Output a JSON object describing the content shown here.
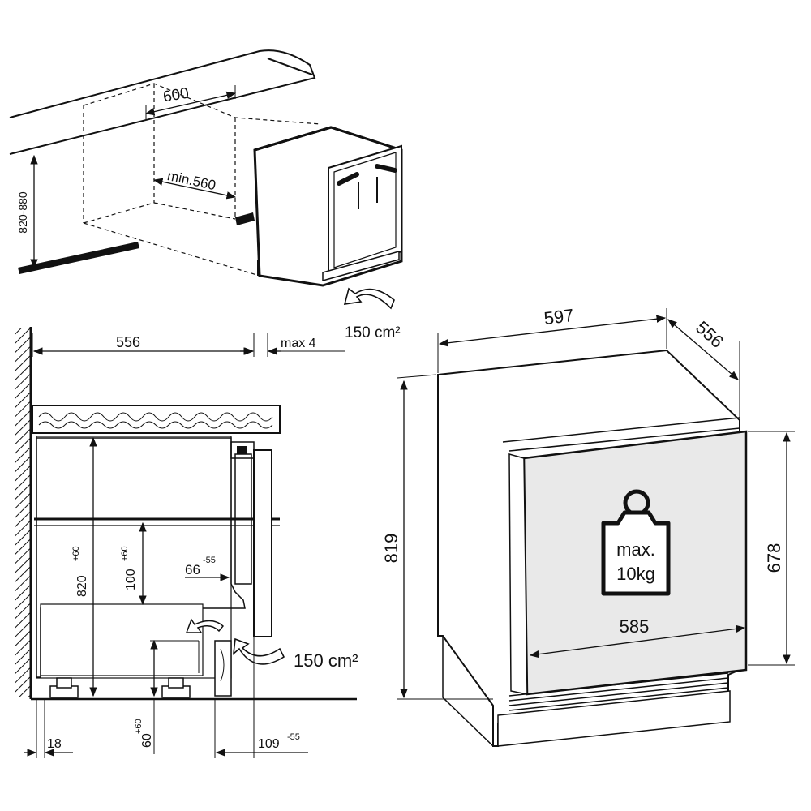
{
  "colors": {
    "line": "#111111",
    "panel_fill": "#e9e9e9",
    "background": "#ffffff"
  },
  "top_view": {
    "width": "600",
    "depth": "min.560",
    "height": "820-880",
    "airflow": "150 cm²"
  },
  "side_view": {
    "depth": "556",
    "max_gap": "max  4",
    "height": "820",
    "height_tol": "+60",
    "dim_100": "100",
    "dim_100_tol": "+60",
    "dim_66": "66",
    "dim_66_tol": "-55",
    "airflow": "150 cm²",
    "dim_18": "18",
    "dim_60": "60",
    "dim_60_tol": "+60",
    "dim_109": "109",
    "dim_109_tol": "-55"
  },
  "appliance": {
    "width": "597",
    "depth": "556",
    "height": "819",
    "door_height": "678",
    "door_width": "585",
    "load_line1": "max.",
    "load_line2": "10kg"
  }
}
